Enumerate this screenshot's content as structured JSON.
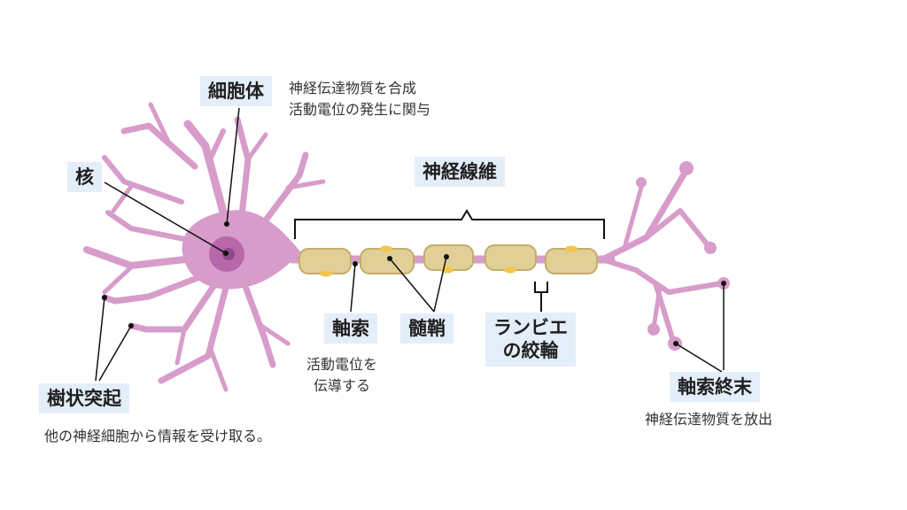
{
  "labels": {
    "soma": "細胞体",
    "soma_note": [
      "神経伝達物質を合成",
      "活動電位の発生に関与"
    ],
    "nucleus": "核",
    "fiber": "神経線維",
    "axon": "軸索",
    "axon_note": [
      "活動電位を",
      "伝導する"
    ],
    "myelin": "髄鞘",
    "ranvier": [
      "ランビエ",
      "の絞輪"
    ],
    "dendrite": "樹状突起",
    "dendrite_note": "他の神経細胞から情報を受け取る。",
    "terminal": "軸索終末",
    "terminal_note": "神経伝達物質を放出"
  },
  "colors": {
    "neuron_fill": "#d79cca",
    "neuron_stroke": "#b777a9",
    "nucleus": "#b867aa",
    "nucleolus": "#8c4a8a",
    "myelin_fill": "#e0cf97",
    "myelin_stroke": "#c4ad6a",
    "schwann_nucleus": "#f1c64b",
    "label_bg": "#e3eef9",
    "line": "#111111"
  }
}
